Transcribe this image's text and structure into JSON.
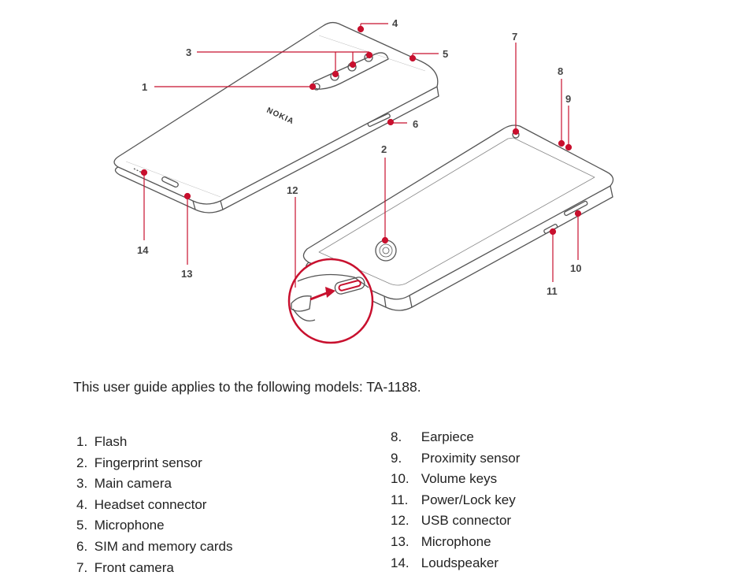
{
  "diagram": {
    "brand": "NOKIA",
    "callout_numbers": [
      "1",
      "2",
      "3",
      "4",
      "5",
      "6",
      "7",
      "8",
      "9",
      "10",
      "11",
      "12",
      "13",
      "14"
    ],
    "accent_color": "#c8102e",
    "line_color": "#555555"
  },
  "intro": "This user guide applies to the following models: TA-1188.",
  "legend": {
    "left": [
      {
        "num": "1.",
        "label": "Flash"
      },
      {
        "num": "2.",
        "label": "Fingerprint sensor"
      },
      {
        "num": "3.",
        "label": "Main camera"
      },
      {
        "num": "4.",
        "label": "Headset connector"
      },
      {
        "num": "5.",
        "label": "Microphone"
      },
      {
        "num": "6.",
        "label": "SIM and memory cards"
      },
      {
        "num": "7.",
        "label": "Front camera"
      }
    ],
    "right": [
      {
        "num": "8.",
        "label": "Earpiece"
      },
      {
        "num": "9.",
        "label": "Proximity sensor"
      },
      {
        "num": "10.",
        "label": "Volume keys"
      },
      {
        "num": "11.",
        "label": "Power/Lock key"
      },
      {
        "num": "12.",
        "label": "USB connector"
      },
      {
        "num": "13.",
        "label": "Microphone"
      },
      {
        "num": "14.",
        "label": "Loudspeaker"
      }
    ]
  }
}
